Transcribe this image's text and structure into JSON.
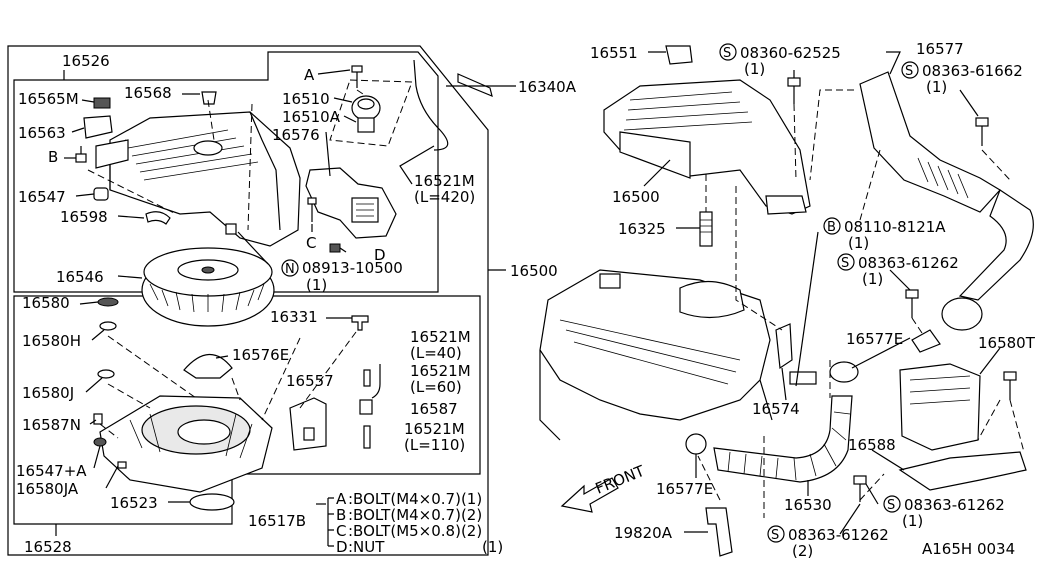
{
  "labels": {
    "p16526": "16526",
    "p16565M": "16565M",
    "p16568": "16568",
    "p16563": "16563",
    "markB": "B",
    "p16547": "16547",
    "p16598": "16598",
    "markA": "A",
    "p16510": "16510",
    "p16510A": "16510A",
    "p16576": "16576",
    "p16521M_420": "16521M",
    "len420": "(L=420)",
    "markC": "C",
    "markD": "D",
    "p16340A": "16340A",
    "n_circle": "N",
    "p08913": "08913-10500",
    "qty08913": "(1)",
    "p16546": "16546",
    "p16500_left": "16500",
    "p16580": "16580",
    "p16580H": "16580H",
    "p16576E": "16576E",
    "p16331": "16331",
    "p16521M_40": "16521M",
    "len40": "(L=40)",
    "p16557": "16557",
    "p16521M_60": "16521M",
    "len60": "(L=60)",
    "p16580J": "16580J",
    "p16587": "16587",
    "p16587N": "16587N",
    "p16521M_110": "16521M",
    "len110": "(L=110)",
    "p16547A": "16547+A",
    "p16580JA": "16580JA",
    "p16523": "16523",
    "p16528": "16528",
    "p16517B": "16517B",
    "p16551": "16551",
    "s_circle1": "S",
    "p08360": "08360-62525",
    "qty08360": "(1)",
    "p16577": "16577",
    "s_circle2": "S",
    "p08363_a": "08363-61662",
    "qty08363_a": "(1)",
    "p16500_right": "16500",
    "p16325": "16325",
    "b_circle": "B",
    "p08110": "08110-8121A",
    "qty08110": "(1)",
    "s_circle3": "S",
    "p08363_b": "08363-61262",
    "qty08363_b": "(1)",
    "p16577E_top": "16577E",
    "p16580T": "16580T",
    "p16574": "16574",
    "p16588": "16588",
    "front": "FRONT",
    "p16577E_bot": "16577E",
    "p16530": "16530",
    "s_circle4": "S",
    "p08363_c": "08363-61262",
    "qty08363_c": "(1)",
    "p19820A": "19820A",
    "s_circle5": "S",
    "p08363_d": "08363-61262",
    "qty08363_d": "(2)",
    "diagram_code": "A165H 0034"
  },
  "legend": [
    {
      "key": "A",
      "text": ":BOLT(M4×0.7)(1)"
    },
    {
      "key": "B",
      "text": ":BOLT(M4×0.7)(2)"
    },
    {
      "key": "C",
      "text": ":BOLT(M5×0.8)(2)"
    },
    {
      "key": "D",
      "text": ":NUT"
    }
  ],
  "legend_qty_d": "(1)"
}
